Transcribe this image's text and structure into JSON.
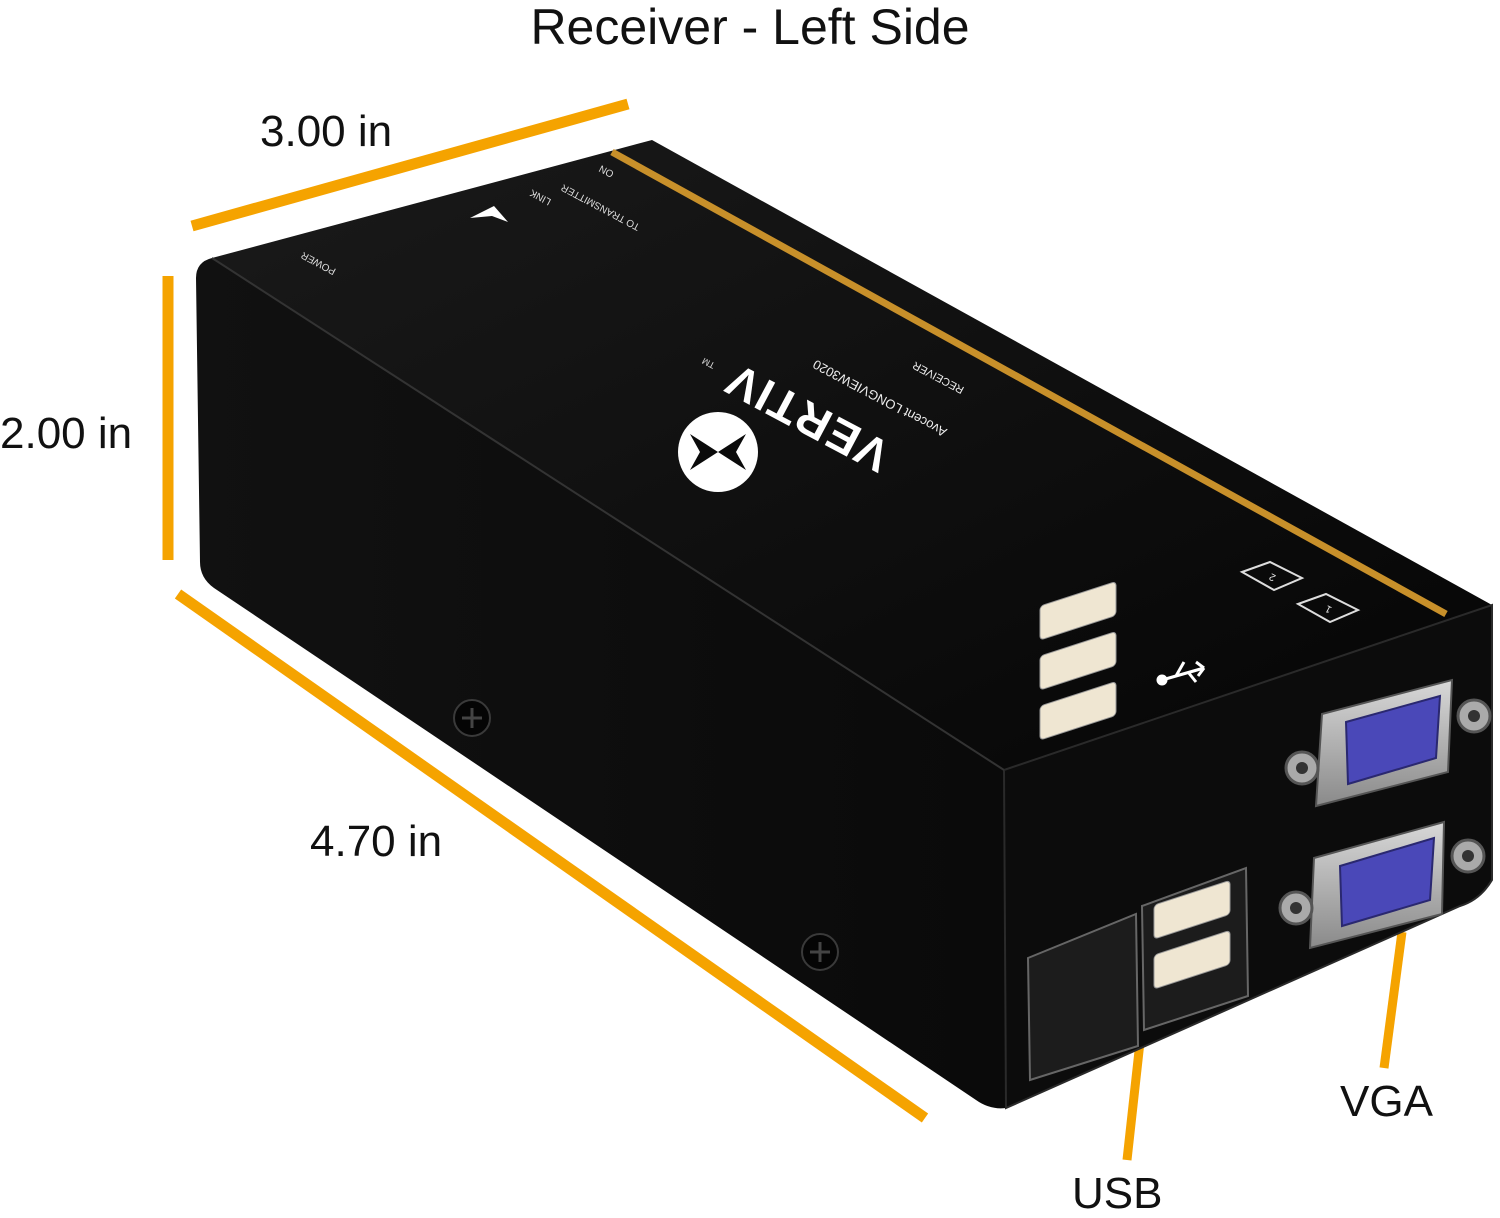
{
  "title": "Receiver - Left Side",
  "dimensions": {
    "width": "3.00 in",
    "height": "2.00 in",
    "length": "4.70 in"
  },
  "callouts": {
    "usb": "USB",
    "vga": "VGA"
  },
  "device": {
    "brand": "VERTIV",
    "trademark": "TM",
    "model": "Avocent LONGVIEW3020",
    "unit_type": "RECEIVER",
    "labels": {
      "power": "POWER",
      "link": "LINK",
      "to_transmitter": "TO TRANSMITTER",
      "on": "ON",
      "port_1": "1",
      "port_2": "2"
    }
  },
  "colors": {
    "accent": "#F5A300",
    "stripe": "#C8902A",
    "body": "#0a0a0a",
    "vga": "#4a48b8"
  }
}
